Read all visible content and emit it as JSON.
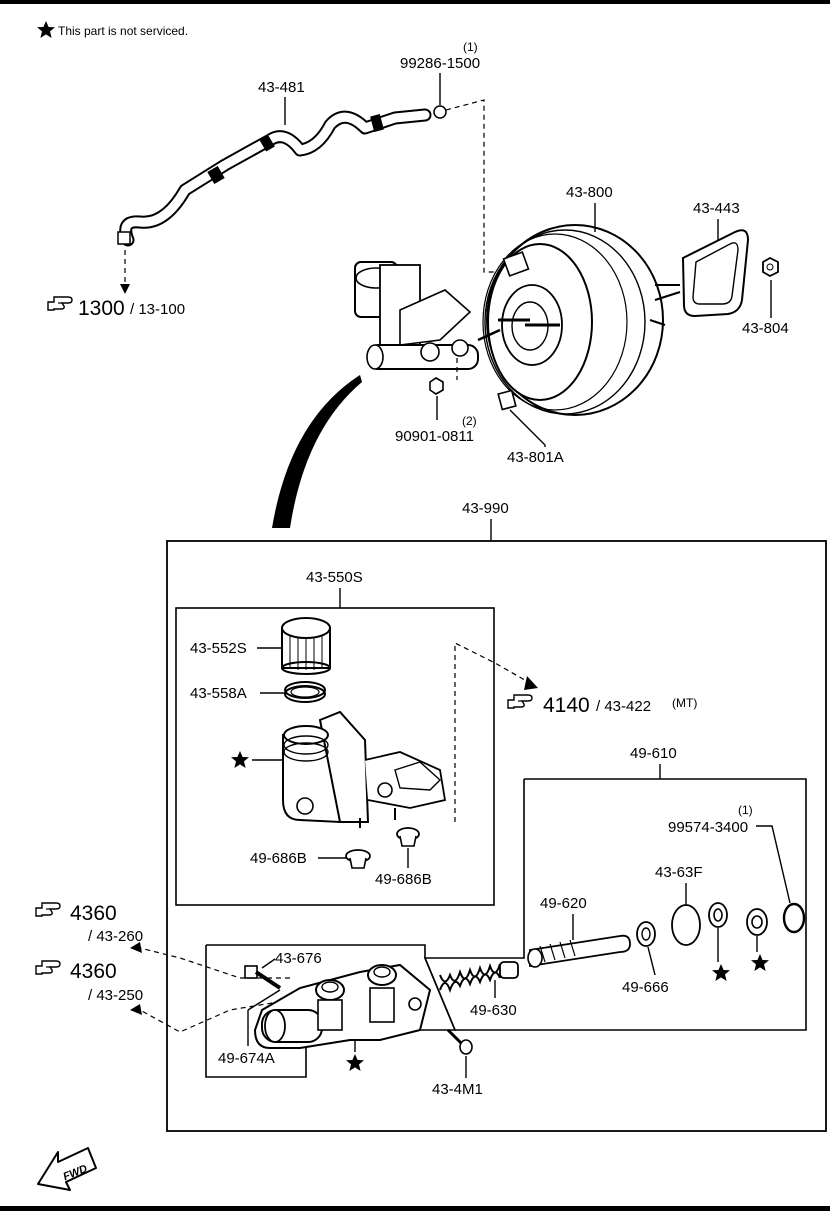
{
  "note": "This part is not serviced.",
  "labels": {
    "p43_481": "43-481",
    "p99286": "99286-1500",
    "q99286": "(1)",
    "ref1300": "1300",
    "ref13_100": "/ 13-100",
    "p43_800": "43-800",
    "p43_443": "43-443",
    "p43_804": "43-804",
    "p90901": "90901-0811",
    "q90901": "(2)",
    "p43_801A": "43-801A",
    "p43_990": "43-990",
    "p43_550S": "43-550S",
    "p43_552S": "43-552S",
    "p43_558A": "43-558A",
    "ref4140": "4140",
    "ref43_422": "/ 43-422",
    "mt": "(MT)",
    "p49_686B_a": "49-686B",
    "p49_686B_b": "49-686B",
    "p49_610": "49-610",
    "p99574": "99574-3400",
    "q99574": "(1)",
    "p43_63F": "43-63F",
    "p49_620": "49-620",
    "p49_666": "49-666",
    "p49_630": "49-630",
    "ref4360_a": "4360",
    "ref43_260": "/ 43-260",
    "ref4360_b": "4360",
    "ref43_250": "/ 43-250",
    "p43_676": "43-676",
    "p49_674A": "49-674A",
    "p43_4M1": "43-4M1",
    "fwd": "FWD"
  },
  "icons": {
    "star": "star-icon",
    "hand": "pointing-hand-icon",
    "fwd_arrow": "fwd-arrow-icon"
  }
}
